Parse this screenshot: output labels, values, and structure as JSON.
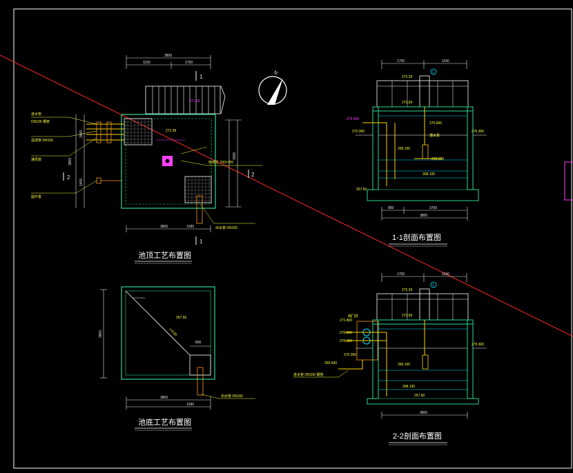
{
  "colors": {
    "background": "#000000",
    "frame": "#ffffff",
    "wall": "#2bd88f",
    "water": "#00e5ff",
    "pipe": "#ffd400",
    "leader": "#ff9a1a",
    "dimension": "#e8e8e8",
    "centerline": "#ff2a2a",
    "magenta": "#ff40ff",
    "label": "#ffff40"
  },
  "drawings": {
    "plan_top": {
      "title": "池顶工艺布置图",
      "section_mark_1": "1",
      "section_mark_2": "2",
      "dim_overall": "3800",
      "dim_left": "1150",
      "dim_right": "1750",
      "dim_bottom": "3800",
      "dim_bottom_right": "1090",
      "dim_side_total": "3800",
      "dim_side_a": "1860",
      "dim_side_b": "1400",
      "dim_inner": "1500",
      "elev_top": "271.59",
      "elev_mid": "271.59",
      "note_pipe_1": "进水管",
      "note_pipe_2": "DN100 钢管",
      "note_drain": "溢流管 DN150",
      "note_vent": "通风管",
      "note_hatch": "检修孔 700×700",
      "note_pump": "提升泵",
      "note_out": "出水管 DN100"
    },
    "plan_bottom": {
      "title": "池底工艺布置图",
      "dim_side": "3800",
      "dim_bottom": "3800",
      "dim_bottom_right": "1090",
      "elev_floor": "267.60",
      "slope_note": "i=0.05",
      "dim_sump": "800",
      "note_out": "出水管 DN100"
    },
    "section_11": {
      "title": "1-1剖面布置图",
      "marker": "1",
      "dim_top_a": "1750",
      "dim_top_b": "1150",
      "dim_bottom": "3800",
      "dim_bottom_a": "800",
      "dim_bottom_b": "3700",
      "elev_cover": "272.29",
      "elev_slab": "271.59",
      "elev_ground_l": "270.300",
      "elev_ground_r": "270.300",
      "elev_inlet": "270.900",
      "elev_high": "270.600",
      "elev_mid": "269.100",
      "elev_low": "268.600",
      "elev_min": "268.100",
      "elev_floor": "267.60",
      "note_equipment": "潜水泵"
    },
    "section_22": {
      "title": "2-2剖面布置图",
      "marker": "1",
      "dim_top_a": "1750",
      "dim_top_b": "1150",
      "dim_bottom": "3800",
      "elev_cover": "272.29",
      "elev_slab": "271.59",
      "elev_ground_l": "270.300",
      "elev_ground_r": "270.300",
      "elev_inlet_a": "271.800",
      "elev_inlet_b": "270.800",
      "elev_pipe": "270.300",
      "elev_out": "269.500",
      "elev_mid": "269.100",
      "elev_low": "268.100",
      "elev_floor": "267.60",
      "note_pipe": "进水管 DN100 钢管",
      "note_valve": "阀门井"
    },
    "north_arrow": {
      "label": "N"
    }
  }
}
